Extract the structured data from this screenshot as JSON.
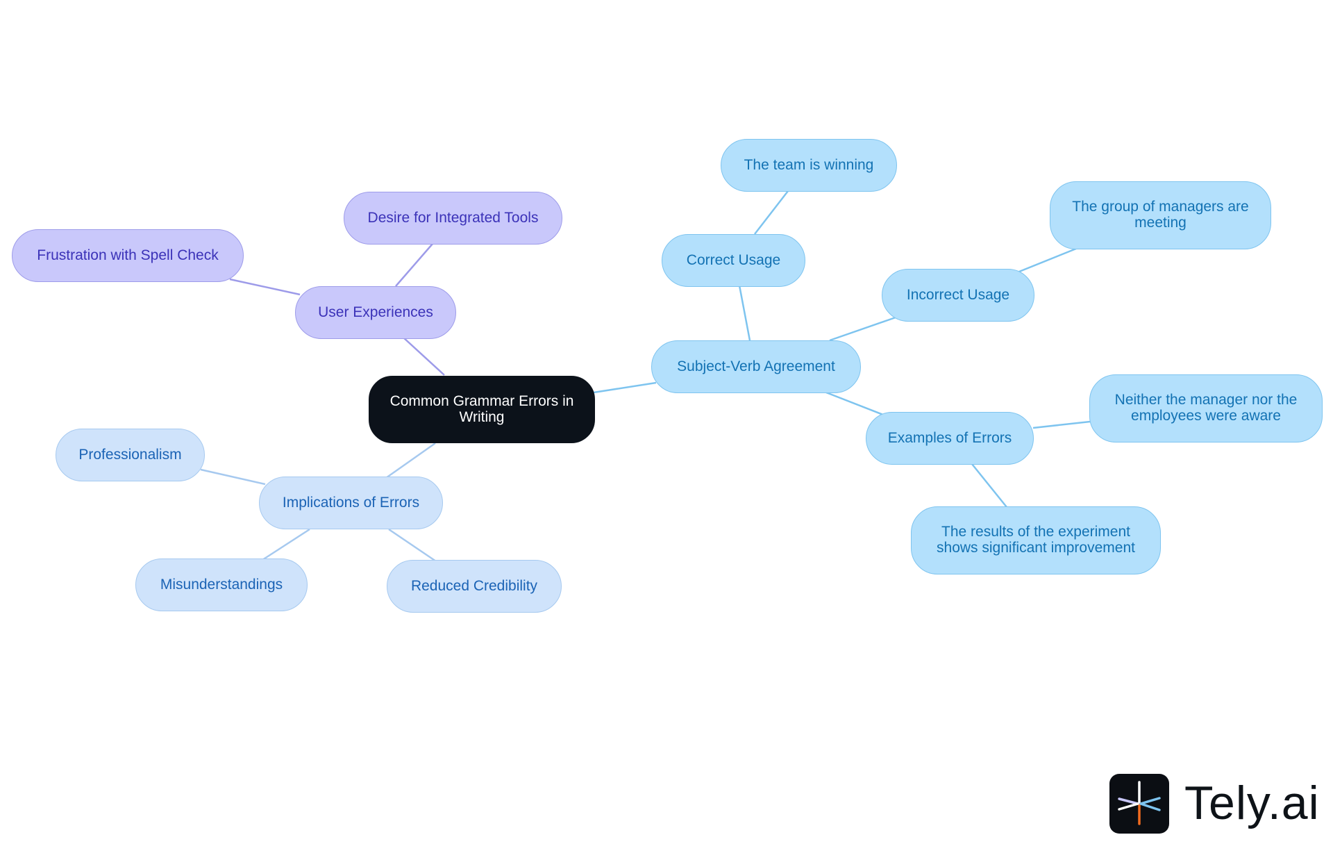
{
  "diagram": {
    "root": {
      "label": "Common Grammar Errors in Writing"
    },
    "nodes": {
      "user_experiences": "User Experiences",
      "desire_integrated_tools": "Desire for Integrated Tools",
      "frustration_spell_check": "Frustration with Spell Check",
      "implications_of_errors": "Implications of Errors",
      "professionalism": "Professionalism",
      "misunderstandings": "Misunderstandings",
      "reduced_credibility": "Reduced Credibility",
      "subject_verb_agreement": "Subject-Verb Agreement",
      "correct_usage": "Correct Usage",
      "team_winning": "The team is winning",
      "incorrect_usage": "Incorrect Usage",
      "group_managers": "The group of managers are meeting",
      "examples_of_errors": "Examples of Errors",
      "neither_manager": "Neither the manager nor the employees were aware",
      "results_experiment": "The results of the experiment shows significant improvement"
    },
    "edges": [
      [
        "root",
        "user_experiences"
      ],
      [
        "user_experiences",
        "desire_integrated_tools"
      ],
      [
        "user_experiences",
        "frustration_spell_check"
      ],
      [
        "root",
        "implications_of_errors"
      ],
      [
        "implications_of_errors",
        "professionalism"
      ],
      [
        "implications_of_errors",
        "misunderstandings"
      ],
      [
        "implications_of_errors",
        "reduced_credibility"
      ],
      [
        "root",
        "subject_verb_agreement"
      ],
      [
        "subject_verb_agreement",
        "correct_usage"
      ],
      [
        "correct_usage",
        "team_winning"
      ],
      [
        "subject_verb_agreement",
        "incorrect_usage"
      ],
      [
        "incorrect_usage",
        "group_managers"
      ],
      [
        "subject_verb_agreement",
        "examples_of_errors"
      ],
      [
        "examples_of_errors",
        "neither_manager"
      ],
      [
        "examples_of_errors",
        "results_experiment"
      ]
    ],
    "branch_colors": {
      "purple": "#9d9be9",
      "light_blue": "#a6c9ef",
      "blue": "#7ec4ef"
    }
  },
  "brand": {
    "name": "Tely.ai",
    "icon": "tely-logo-icon"
  }
}
